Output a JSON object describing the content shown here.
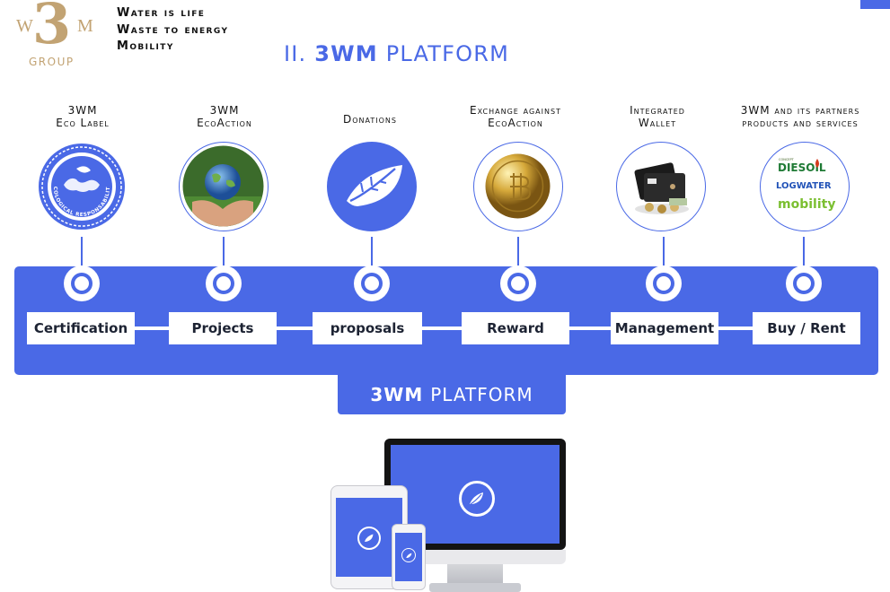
{
  "brand": {
    "logo_w": "W",
    "logo_three": "3",
    "logo_m": "M",
    "logo_group": "GROUP",
    "taglines": [
      "Water is life",
      "Waste to energy",
      "Mobility"
    ]
  },
  "header": {
    "title_prefix": "II.",
    "title_bold": "3WM",
    "title_rest": "PLATFORM"
  },
  "features": [
    {
      "caption": "3WM\nEco Label",
      "icon": "ecological-responsability-seal-icon",
      "seal_text": "ECOLOGICAL RESPONSABILITY",
      "step": "Certification"
    },
    {
      "caption": "3WM\nEcoAction",
      "icon": "earth-in-hands-icon",
      "step": "Projects"
    },
    {
      "caption": "Donations",
      "icon": "leaf-icon",
      "step": "proposals"
    },
    {
      "caption": "Exchange against\nEcoAction",
      "icon": "gold-coin-icon",
      "step": "Reward"
    },
    {
      "caption": "Integrated\nWallet",
      "icon": "wallet-icon",
      "step": "Management"
    },
    {
      "caption": "3WM and its partners\nproducts and services",
      "icon": "partner-brands-icon",
      "step": "Buy / Rent",
      "brands": {
        "concept": "CONCEPT",
        "diesoil": "DIESOIL",
        "logwater": "LOGWATER",
        "mobility": "mobility"
      }
    }
  ],
  "platform_tab": {
    "bold": "3WM",
    "rest": "PLATFORM"
  },
  "devices": [
    "monitor-icon",
    "tablet-icon",
    "phone-icon"
  ],
  "colors": {
    "accent": "#4a69e6",
    "gold": "#c2a373",
    "text": "#1d2333"
  }
}
